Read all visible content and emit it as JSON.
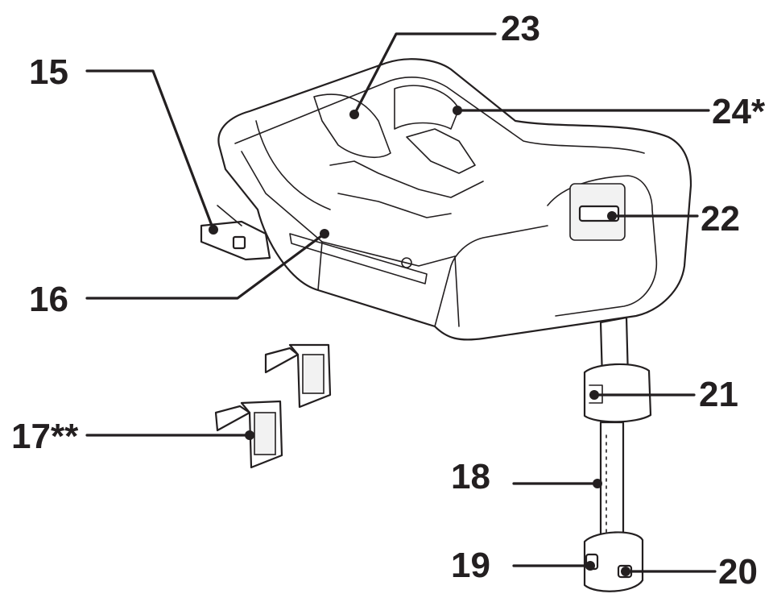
{
  "diagram": {
    "labels": {
      "l15": "15",
      "l16": "16",
      "l17": "17**",
      "l18": "18",
      "l19": "19",
      "l20": "20",
      "l21": "21",
      "l22": "22",
      "l23": "23",
      "l24": "24*"
    }
  }
}
